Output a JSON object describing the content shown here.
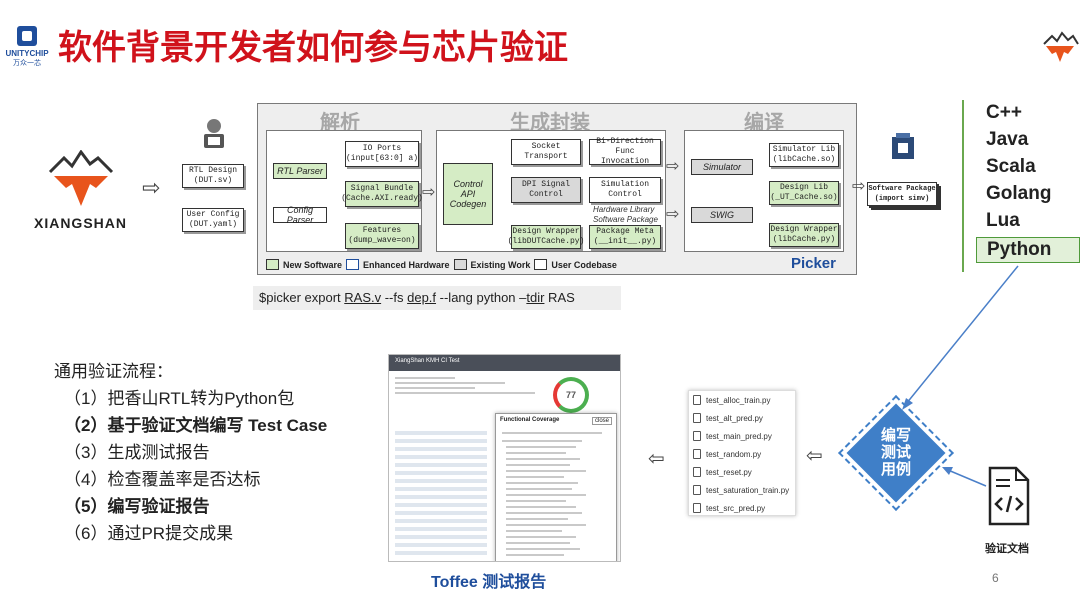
{
  "header": {
    "logo_line1": "UNITYCHIP",
    "logo_line2": "万众一芯",
    "title": "软件背景开发者如何参与芯片验证"
  },
  "left_logo": {
    "name": "XIANGSHAN"
  },
  "diagram": {
    "stages": [
      "解析",
      "生成封装",
      "编译"
    ],
    "inputs": {
      "rtl": "RTL Design\n(DUT.sv)",
      "config": "User Config\n(DUT.yaml)"
    },
    "parse": {
      "rtl_parser": "RTL Parser",
      "config_parser": "Config Parser",
      "io_ports": "IO Ports\n(input[63:0] a)",
      "signal_bundle": "Signal Bundle\n(Cache.AXI.ready)",
      "features": "Features\n(dump_wave=on)"
    },
    "generate": {
      "control": "Control\nAPI\nCodegen",
      "socket": "Socket Transport",
      "bidirection": "Bi-Direction\nFunc Invocation",
      "dpi": "DPI Signal\nControl",
      "sim_control": "Simulation\nControl",
      "hw_library": "Hardware Library",
      "sw_package": "Software Package",
      "design_wrapper": "Design Wrapper\n(libDUTCache.py)",
      "package_meta": "Package Meta\n(__init__.py)"
    },
    "compile": {
      "simulator": "Simulator",
      "swig": "SWIG",
      "sim_lib": "Simulator Lib\n(libCache.so)",
      "design_lib": "Design Lib\n(_UT_Cache.so)",
      "design_wrapper": "Design Wrapper\n(libCache.py)"
    },
    "output": {
      "package": "Software Package\n(import simv)"
    },
    "legend": [
      "New Software",
      "Enhanced Hardware",
      "Existing Work",
      "User Codebase"
    ],
    "picker": "Picker",
    "colors": {
      "new_software": "#d5ecc5",
      "existing_work": "#d9d9d9",
      "accent": "#1f4e9c",
      "title_red": "#d0121b"
    }
  },
  "command": {
    "prefix": "$picker export ",
    "file": "RAS.v",
    "mid": " --fs ",
    "dep": "dep.f",
    "mid2": " --lang python –",
    "tdir": "tdir",
    "suffix": " RAS"
  },
  "languages": [
    "C++",
    "Java",
    "Scala",
    "Golang",
    "Lua",
    "Python"
  ],
  "selected_language": "Python",
  "workflow": {
    "title": "通用验证流程：",
    "steps": [
      {
        "text": "（1）把香山RTL转为Python包",
        "bold": false
      },
      {
        "text": "（2）基于验证文档编写 Test Case",
        "bold": true
      },
      {
        "text": "（3）生成测试报告",
        "bold": false
      },
      {
        "text": "（4）检查覆盖率是否达标",
        "bold": false
      },
      {
        "text": "（5）编写验证报告",
        "bold": true
      },
      {
        "text": "（6）通过PR提交成果",
        "bold": false
      }
    ]
  },
  "toffee": {
    "header": "XiangShan KMH CI Test",
    "coverage_value": "77",
    "popup_title": "Functional Coverage",
    "popup_close": "close",
    "caption": "Toffee 测试报告"
  },
  "test_files": [
    "test_alloc_train.py",
    "test_alt_pred.py",
    "test_main_pred.py",
    "test_random.py",
    "test_reset.py",
    "test_saturation_train.py",
    "test_src_pred.py"
  ],
  "diamond": {
    "label": "编写\n测试\n用例"
  },
  "doc": {
    "caption": "验证文档"
  },
  "page_number": "6"
}
